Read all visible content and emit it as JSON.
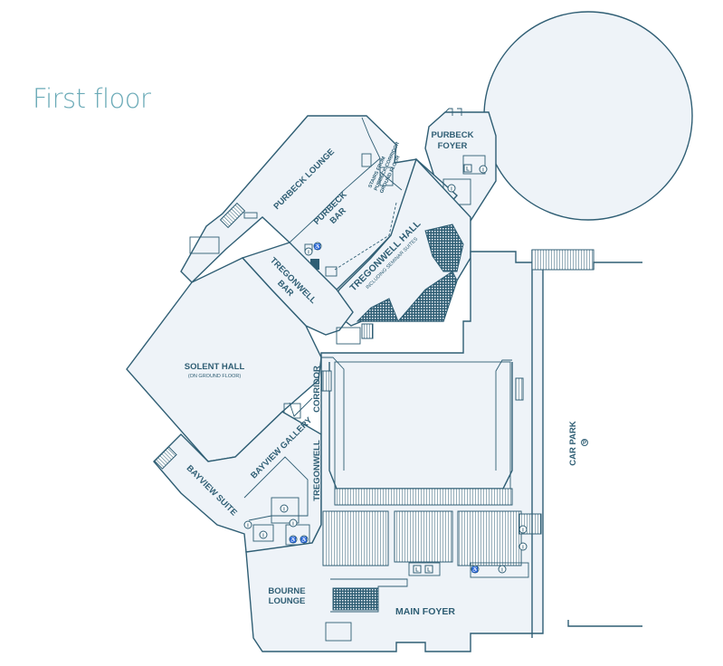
{
  "title": "First floor",
  "rooms": {
    "purbeck_foyer": [
      "PURBECK",
      "FOYER"
    ],
    "purbeck_lounge": "PURBECK LOUNGE",
    "purbeck_bar": [
      "PURBECK",
      "BAR"
    ],
    "stairs_note": [
      "STAIRS FROM",
      "PURBECK CORRIDOR",
      "GROUND FLOOR"
    ],
    "tregonwell_hall": "TREGONWELL HALL",
    "tregonwell_hall_sub": "INCLUDING SEMINAR SUITES",
    "tregonwell_bar": [
      "TREGONWELL",
      "BAR"
    ],
    "solent_hall": "SOLENT HALL",
    "solent_hall_sub": "(ON GROUND FLOOR)",
    "corridor": "CORRIDOR",
    "tregonwell_vertical": "TREGONWELL",
    "bayview_gallery": "BAYVIEW GALLERY",
    "bayview_suite": "BAYVIEW SUITE",
    "car_park": "CAR PARK",
    "bourne_lounge": [
      "BOURNE",
      "LOUNGE"
    ],
    "main_foyer": "MAIN FOYER"
  },
  "icons": {
    "info_glyph": "i",
    "lift_glyph": "L",
    "accessible_glyph": "♿",
    "car_park_glyph": "P"
  },
  "colors": {
    "title": "#6aaab7",
    "lines": "#2f5e74",
    "fill": "#eef3f8"
  }
}
